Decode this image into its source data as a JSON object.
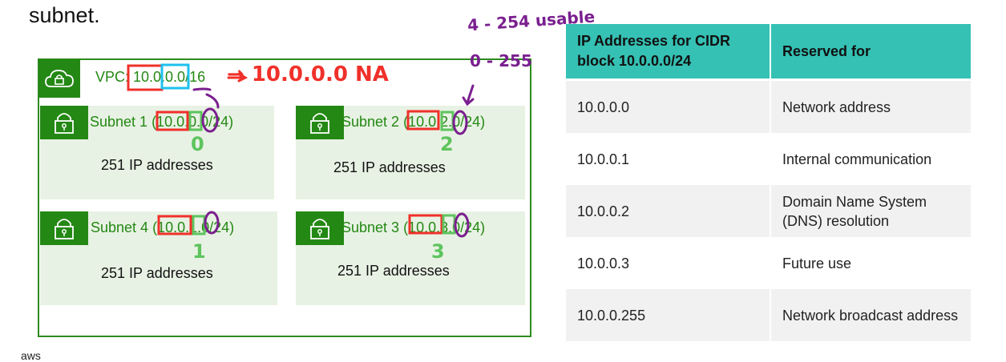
{
  "heading": "subnet.",
  "diagram": {
    "vpc": {
      "icon": "cloud-lock-icon",
      "label": "VPC: 10.0.0.0/16"
    },
    "subnets": [
      {
        "title": "Subnet 1 (10.0.0.0/24)",
        "count": "251 IP addresses",
        "icon": "lock-icon"
      },
      {
        "title": "Subnet 2 (10.0.2.0/24)",
        "count": "251 IP addresses",
        "icon": "lock-icon"
      },
      {
        "title": "Subnet 4 (10.0.1.0/24)",
        "count": "251 IP addresses",
        "icon": "lock-icon"
      },
      {
        "title": "Subnet 3 (10.0.3.0/24)",
        "count": "251 IP addresses",
        "icon": "lock-icon"
      }
    ],
    "annotations": {
      "vpc_note": "→ 10.0.0.0 NA",
      "range_note_1": "4 - 254 usable",
      "range_note_2": "0 - 255",
      "subnet1_digit": "0",
      "subnet2_digit": "2",
      "subnet4_digit": "1",
      "subnet3_digit": "3",
      "colors": {
        "red": "#f0302a",
        "cyan": "#1ec0ee",
        "purple": "#7a1f8f",
        "green": "#5ec45e"
      }
    }
  },
  "table": {
    "headers": [
      "IP Addresses for CIDR block 10.0.0.0/24",
      "Reserved for"
    ],
    "rows": [
      {
        "ip": "10.0.0.0",
        "reserved": "Network address"
      },
      {
        "ip": "10.0.0.1",
        "reserved": "Internal communication"
      },
      {
        "ip": "10.0.0.2",
        "reserved": "Domain Name System (DNS) resolution"
      },
      {
        "ip": "10.0.0.3",
        "reserved": "Future use"
      },
      {
        "ip": "10.0.0.255",
        "reserved": "Network broadcast address"
      }
    ],
    "header_color": "#35c1b4"
  },
  "footer": "aws"
}
